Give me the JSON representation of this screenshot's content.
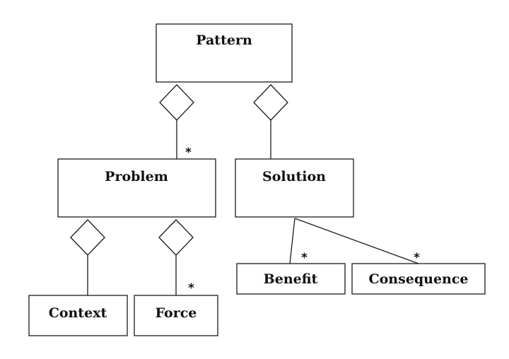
{
  "diagram": {
    "classes": {
      "pattern": "Pattern",
      "problem": "Problem",
      "solution": "Solution",
      "context": "Context",
      "force": "Force",
      "benefit": "Benefit",
      "consequence": "Consequence"
    },
    "multiplicity": {
      "pattern_problem": "*",
      "problem_force": "*",
      "solution_benefit": "*",
      "solution_consequence": "*"
    },
    "colors": {
      "stroke": "#1a1a1a",
      "fill": "#ffffff",
      "text": "#111111"
    }
  }
}
